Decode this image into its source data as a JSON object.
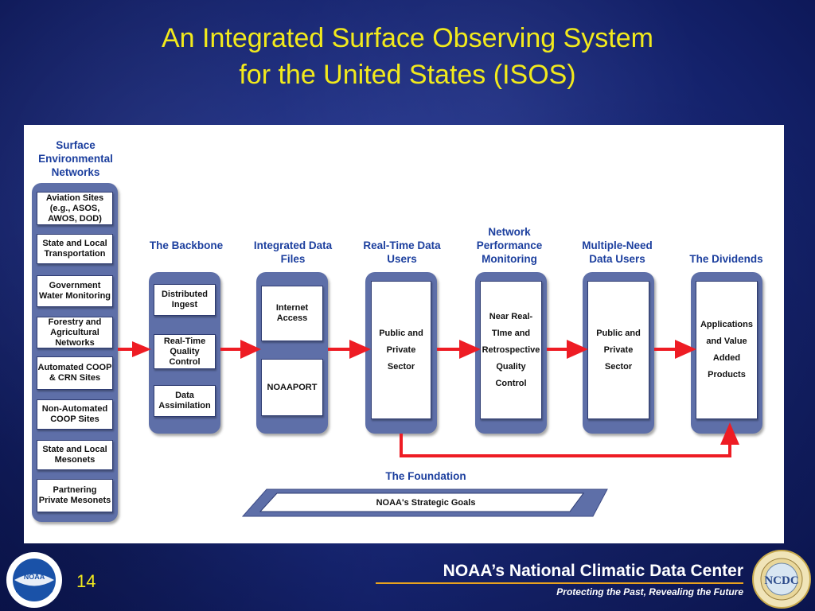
{
  "title": {
    "line1": "An Integrated Surface Observing System",
    "line2": "for the United States (ISOS)"
  },
  "diagram": {
    "surface_header": "Surface Environmental Networks",
    "networks": [
      "Aviation Sites (e.g., ASOS, AWOS, DOD)",
      "State and Local Transportation",
      "Government Water Monitoring",
      "Forestry and Agricultural Networks",
      "Automated COOP & CRN Sites",
      "Non-Automated COOP Sites",
      "State and Local Mesonets",
      "Partnering Private Mesonets"
    ],
    "backbone": {
      "header": "The Backbone",
      "items": [
        "Distributed Ingest",
        "Real-Time Quality Control",
        "Data Assimilation"
      ]
    },
    "data_files": {
      "header": "Integrated Data Files",
      "items": [
        "Internet Access",
        "NOAAPORT"
      ]
    },
    "realtime_users": {
      "header": "Real-Time Data Users",
      "items": [
        "Public and Private Sector"
      ]
    },
    "network_monitoring": {
      "header": "Network Performance Monitoring",
      "items": [
        "Near Real-TIme and Retrospective Quality Control"
      ]
    },
    "multi_need_users": {
      "header": "Multiple-Need Data Users",
      "items": [
        "Public and Private Sector"
      ]
    },
    "dividends": {
      "header": "The Dividends",
      "items": [
        "Applications and Value Added Products"
      ]
    },
    "foundation": {
      "header": "The Foundation",
      "label": "NOAA's Strategic Goals"
    },
    "colors": {
      "arrow": "#ee1c24",
      "header_text": "#1c3f9e",
      "column_fill": "#5e6fa8"
    }
  },
  "footer": {
    "page_number": "14",
    "org_name": "NOAA’s National Climatic Data Center",
    "tagline": "Protecting the Past, Revealing the Future",
    "noaa_logo_text": "NOAA",
    "ncdc_logo_text": "NCDC"
  }
}
